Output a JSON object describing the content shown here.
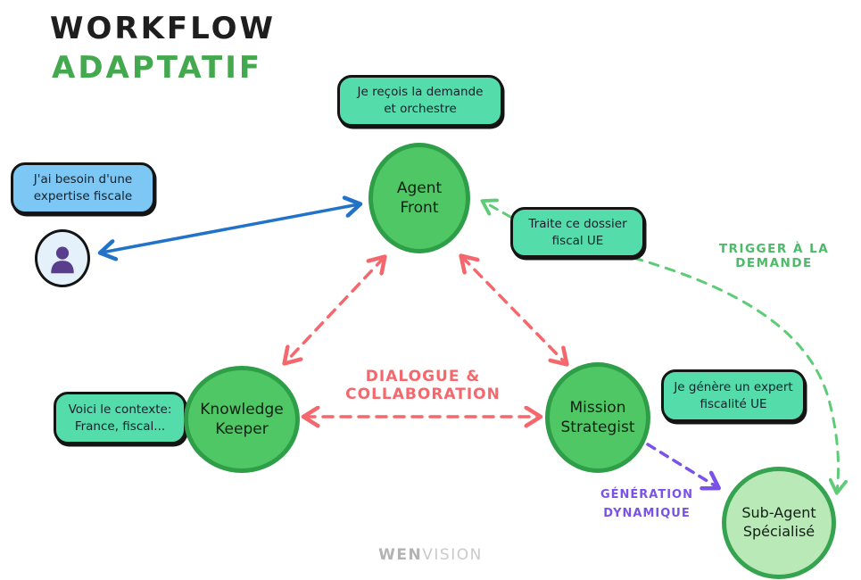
{
  "title": {
    "line1": "WORKFLOW",
    "line2": "ADAPTATIF"
  },
  "nodes": {
    "agent_front": {
      "label": "Agent\nFront"
    },
    "knowledge_keeper": {
      "label": "Knowledge\nKeeper"
    },
    "mission_strategist": {
      "label": "Mission\nStrategist"
    },
    "sub_agent": {
      "label": "Sub-Agent\nSpécialisé"
    }
  },
  "bubbles": {
    "orchestrate": "Je reçois la demande\net orchestre",
    "need_expertise": "J'ai besoin d'une\nexpertise fiscale",
    "traite_dossier": "Traite ce dossier\nfiscal UE",
    "contexte": "Voici le contexte:\nFrance, fiscal...",
    "genere_expert": "Je génère un expert\nfiscalité UE"
  },
  "arrow_labels": {
    "trigger": "TRIGGER À LA DEMANDE",
    "dialogue": "DIALOGUE & COLLABORATION",
    "generation": "GÉNÉRATION\nDYNAMIQUE"
  },
  "watermark": {
    "bold": "WEN",
    "light": "VISION"
  },
  "colors": {
    "node_fill": "#4fc765",
    "node_border": "#2f9e48",
    "subagent_fill": "#b9e9b6",
    "bubble_teal": "#55dcab",
    "bubble_blue": "#7cc7f4",
    "bubble_border": "#141414",
    "red_arrow": "#f4686d",
    "green_arrow": "#5ecb77",
    "green_label": "#4cba68",
    "purple_arrow": "#7a52e8",
    "blue_arrow": "#2273c8",
    "title_black": "#1e1e1e",
    "title_green": "#44a94e",
    "watermark_gray": "#cacaca"
  }
}
